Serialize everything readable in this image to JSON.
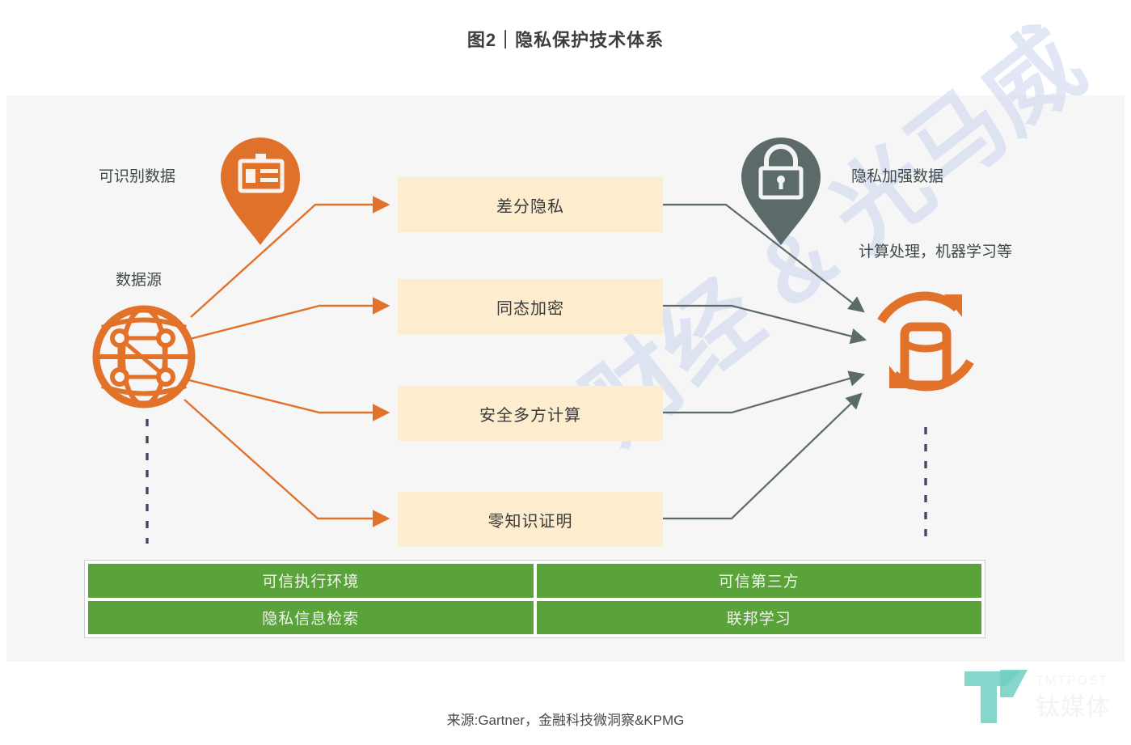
{
  "title": "图2｜隐私保护技术体系",
  "labels": {
    "identifiable_data": "可识别数据",
    "data_source": "数据源",
    "enhanced_data": "隐私加强数据",
    "processing": "计算处理，机器学习等"
  },
  "icons": {
    "id_card_pin": "id-card-pin-icon",
    "lock_pin": "lock-pin-icon",
    "network_globe": "network-globe-icon",
    "database_refresh": "database-refresh-icon"
  },
  "techniques": [
    {
      "label": "差分隐私"
    },
    {
      "label": "同态加密"
    },
    {
      "label": "安全多方计算"
    },
    {
      "label": "零知识证明"
    }
  ],
  "foundation": [
    {
      "label": "可信执行环境"
    },
    {
      "label": "可信第三方"
    },
    {
      "label": "隐私信息检索"
    },
    {
      "label": "联邦学习"
    }
  ],
  "source": "来源:Gartner，金融科技微洞察&KPMG",
  "watermark": {
    "text": "财经 & 光马威",
    "logo_mark": "T",
    "logo_latin": "TMTPOST",
    "logo_cn": "钛媒体"
  },
  "colors": {
    "orange": "#e2722a",
    "orange_fill": "#e0712a",
    "box_fill": "#fdeccd",
    "gray_arrow": "#5d6a6a",
    "gray_pin": "#5d6a6a",
    "green": "#5aa23a",
    "panel_bg": "#f6f6f6",
    "dash": "#3e4a63",
    "watermark_blue": "#c9d4ee",
    "logo_teal": "#3fc0ae"
  }
}
